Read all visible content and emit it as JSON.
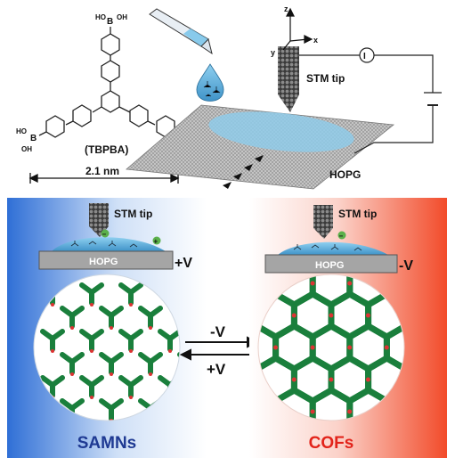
{
  "molecule": {
    "name": "(TBPBA)",
    "boronic_top": "HO‑B‑OH",
    "atom_B": "B",
    "atom_HO": "HO",
    "atom_OH": "OH",
    "scale_label": "2.1 nm"
  },
  "setup": {
    "stm_tip": "STM tip",
    "substrate": "HOPG",
    "axis_x": "x",
    "axis_y": "y",
    "axis_z": "z",
    "current_symbol": "I"
  },
  "left_panel": {
    "stm_tip": "STM tip",
    "substrate": "HOPG",
    "bias": "+V",
    "charge_minus": "−",
    "charge_plus": "+",
    "structure": "SAMNs"
  },
  "right_panel": {
    "stm_tip": "STM tip",
    "substrate": "HOPG",
    "bias": "-V",
    "charge_minus": "−",
    "structure": "COFs"
  },
  "switch": {
    "forward": "-V",
    "backward": "+V"
  },
  "colors": {
    "samns_blue": "#1f3a93",
    "cofs_red": "#e2231a",
    "left_gradient": "#2f6fd6",
    "right_gradient": "#f24b2a",
    "network_green": "#1a7f3c",
    "droplet": "#5bb6e3"
  }
}
